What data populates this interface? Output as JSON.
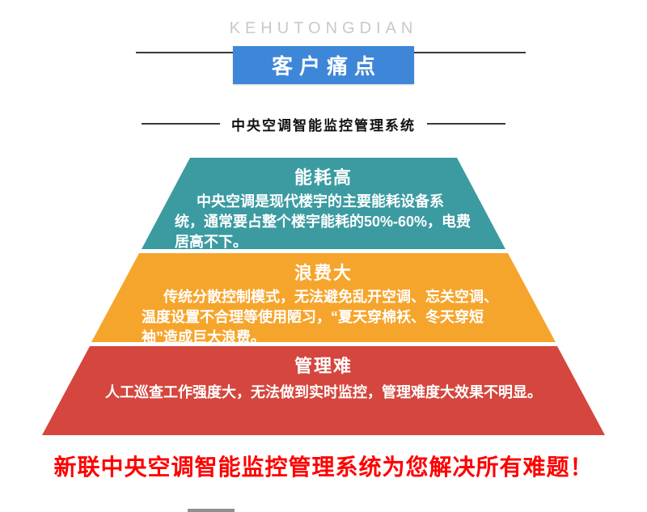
{
  "header": {
    "watermark": "KEHUTONGDIAN",
    "badge": "客户痛点",
    "badge_color": "#3e86d8",
    "subtitle": "中央空调智能监控管理系统"
  },
  "pyramid": {
    "layers": [
      {
        "title": "能耗高",
        "body": "中央空调是现代楼宇的主要能耗设备系统，通常要占整个楼宇能耗的50%-60%，电费居高不下。",
        "color": "#3b9ba1"
      },
      {
        "title": "浪费大",
        "body": "传统分散控制模式，无法避免乱开空调、忘关空调、温度设置不合理等使用陋习，“夏天穿棉袄、冬天穿短袖”造成巨大浪费。",
        "color": "#f6a52c"
      },
      {
        "title": "管理难",
        "body": "人工巡查工作强度大，无法做到实时监控，管理难度大效果不明显。",
        "color": "#d4463e"
      }
    ]
  },
  "footer": {
    "slogan": "新联中央空调智能监控管理系统为您解决所有难题！",
    "slogan_color": "#fe0000"
  }
}
